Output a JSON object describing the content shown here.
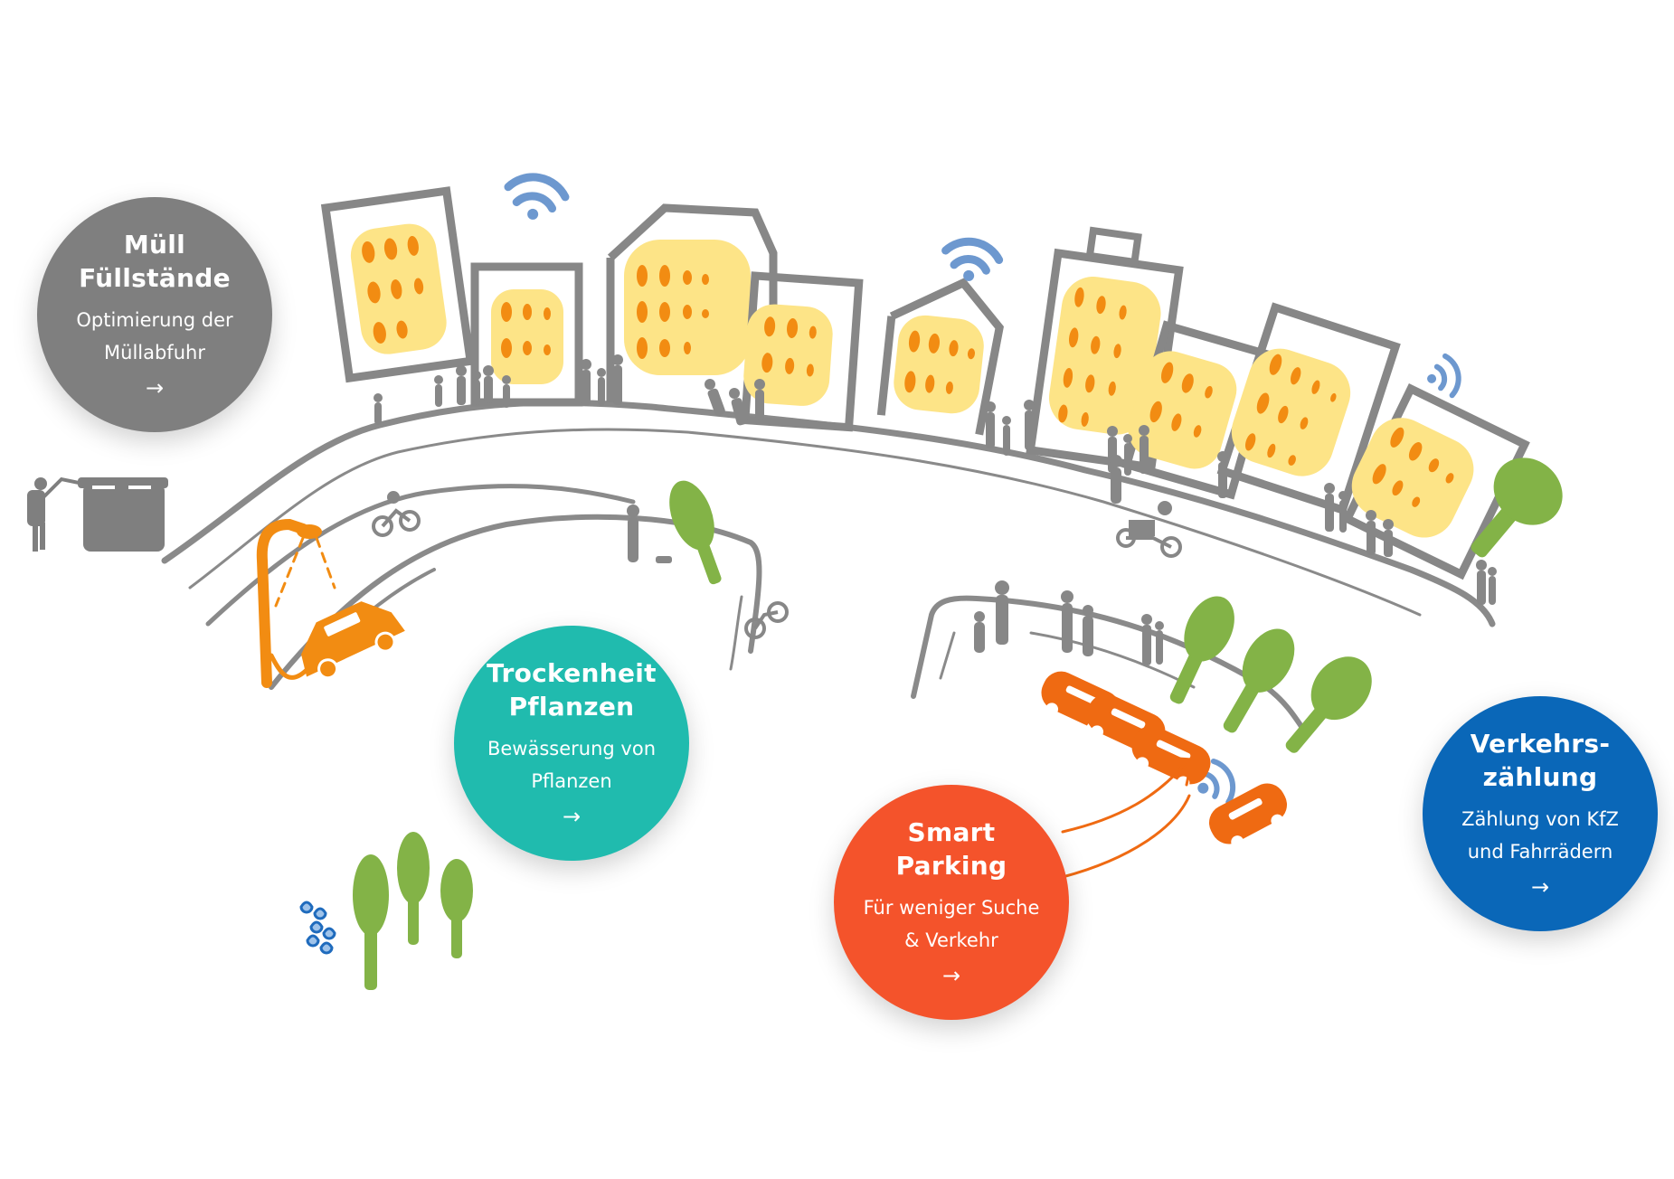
{
  "bubbles": [
    {
      "id": "muell",
      "title_line1": "Müll",
      "title_line2": "Füllstände",
      "desc_line1": "Optimierung der",
      "desc_line2": "Müllabfuhr",
      "arrow": "→",
      "color": "#7f7f7f"
    },
    {
      "id": "trocken",
      "title_line1": "Trockenheit",
      "title_line2": "Pflanzen",
      "desc_line1": "Bewässerung von",
      "desc_line2": "Pflanzen",
      "arrow": "→",
      "color": "#20bbae"
    },
    {
      "id": "parking",
      "title_line1": "Smart",
      "title_line2": "Parking",
      "desc_line1": "Für weniger Suche",
      "desc_line2": "& Verkehr",
      "arrow": "→",
      "color": "#f4532b"
    },
    {
      "id": "verkehr",
      "title_line1": "Verkehrs-",
      "title_line2": "zählung",
      "desc_line1": "Zählung von KfZ",
      "desc_line2": "und Fahrrädern",
      "arrow": "→",
      "color": "#0a67b8"
    }
  ],
  "palette": {
    "road": "#8a8a8a",
    "building": "#878787",
    "facade": "#fde487",
    "window": "#f28c12",
    "wifi": "#6d98cf",
    "tree": "#83b347",
    "lamp": "#f28c12",
    "car": "#ef6a12",
    "drop": "#1f6bbd"
  }
}
